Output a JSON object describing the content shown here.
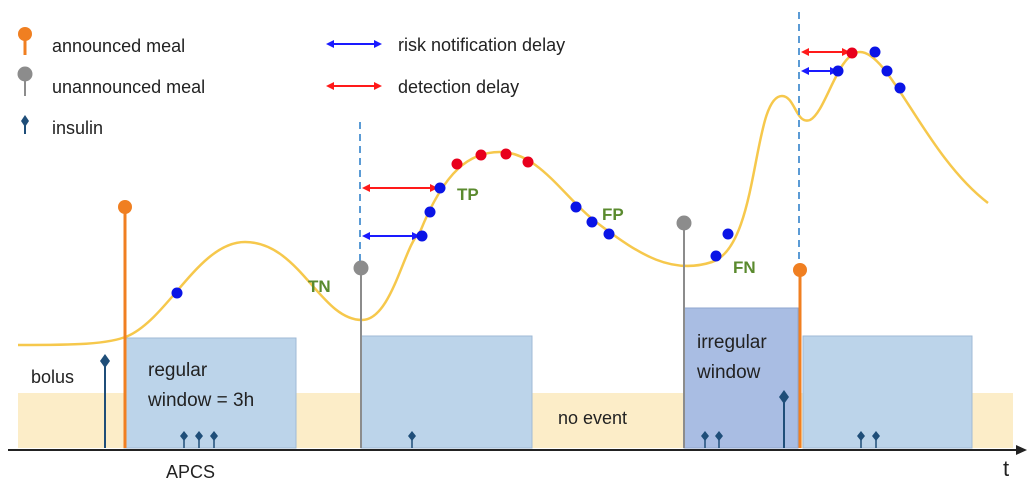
{
  "legend": {
    "announced_meal": "announced meal",
    "unannounced_meal": "unannounced meal",
    "insulin": "insulin",
    "risk_notification_delay": "risk notification delay",
    "detection_delay": "detection delay"
  },
  "labels": {
    "bolus": "bolus",
    "regular_window_line1": "regular",
    "regular_window_line2": "window = 3h",
    "irregular_window_line1": "irregular",
    "irregular_window_line2": "window",
    "no_event": "no event",
    "apcs": "APCS",
    "axis_t": "t",
    "tn": "TN",
    "tp": "TP",
    "fp": "FP",
    "fn": "FN"
  },
  "colors": {
    "announced": "#f07f21",
    "unannounced": "#8c8c8c",
    "insulin": "#1f4e79",
    "blue_arrow": "#1a1aff",
    "red_arrow": "#ff1a1a",
    "curve": "#f6c84c",
    "window_fill": "#bcd4ea",
    "irregular_fill": "#a9bde3",
    "band": "#fcedc8",
    "blue_dot": "#0a14e6",
    "red_dot": "#e8001c",
    "dashed": "#5b9bd5",
    "green_text": "#5a8a2e"
  }
}
